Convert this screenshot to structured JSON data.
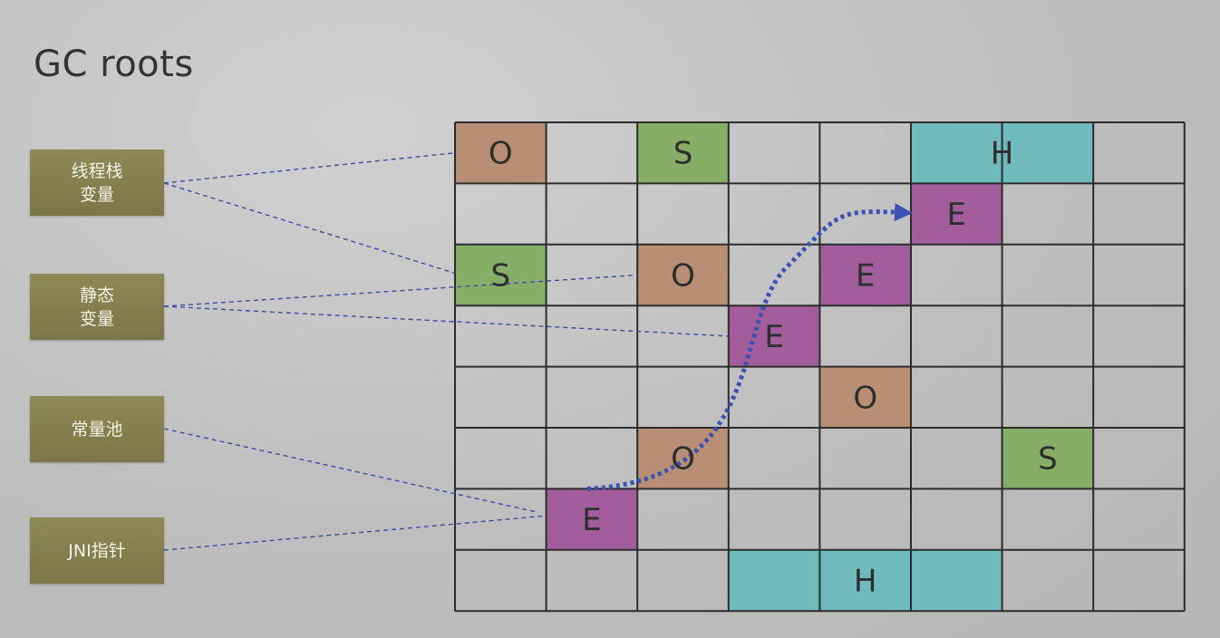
{
  "title": "GC roots",
  "roots": [
    {
      "id": "thread-stack",
      "label": "线程栈\n变量"
    },
    {
      "id": "static-var",
      "label": "静态\n变量"
    },
    {
      "id": "constant-pool",
      "label": "常量池"
    },
    {
      "id": "jni-pointer",
      "label": "JNI指针"
    }
  ],
  "grid": {
    "cols": 8,
    "rows": 8
  },
  "colors": {
    "O": "#b88f74",
    "S": "#86ae66",
    "E": "#a35c9c",
    "H": "#6fbabc",
    "grid_line": "#2c2c2c",
    "connector": "#3a4fa0",
    "arrow": "#3a52b4"
  },
  "blocks": [
    {
      "type": "O",
      "label": "O",
      "col": 0,
      "row": 0,
      "span": 1
    },
    {
      "type": "S",
      "label": "S",
      "col": 2,
      "row": 0,
      "span": 1
    },
    {
      "type": "H",
      "label": "H",
      "col": 5,
      "row": 0,
      "span": 2
    },
    {
      "type": "E",
      "label": "E",
      "col": 5,
      "row": 1,
      "span": 1
    },
    {
      "type": "S",
      "label": "S",
      "col": 0,
      "row": 2,
      "span": 1
    },
    {
      "type": "O",
      "label": "O",
      "col": 2,
      "row": 2,
      "span": 1
    },
    {
      "type": "E",
      "label": "E",
      "col": 4,
      "row": 2,
      "span": 1
    },
    {
      "type": "E",
      "label": "E",
      "col": 3,
      "row": 3,
      "span": 1
    },
    {
      "type": "O",
      "label": "O",
      "col": 4,
      "row": 4,
      "span": 1
    },
    {
      "type": "O",
      "label": "O",
      "col": 2,
      "row": 5,
      "span": 1
    },
    {
      "type": "S",
      "label": "S",
      "col": 6,
      "row": 5,
      "span": 1
    },
    {
      "type": "E",
      "label": "E",
      "col": 1,
      "row": 6,
      "span": 1
    },
    {
      "type": "H",
      "label": "H",
      "col": 3,
      "row": 7,
      "span": 3
    }
  ],
  "references": [
    {
      "from": "thread-stack",
      "to_col": 0,
      "to_row": 0
    },
    {
      "from": "thread-stack",
      "to_col": 0,
      "to_row": 2
    },
    {
      "from": "static-var",
      "to_col": 2,
      "to_row": 2
    },
    {
      "from": "static-var",
      "to_col": 3,
      "to_row": 3
    },
    {
      "from": "constant-pool",
      "to_col": 1,
      "to_row": 6
    },
    {
      "from": "jni-pointer",
      "to_col": 1,
      "to_row": 6
    }
  ],
  "promotion_arrow": {
    "from_col": 1,
    "from_row": 6,
    "to_col": 5,
    "to_row": 1
  }
}
